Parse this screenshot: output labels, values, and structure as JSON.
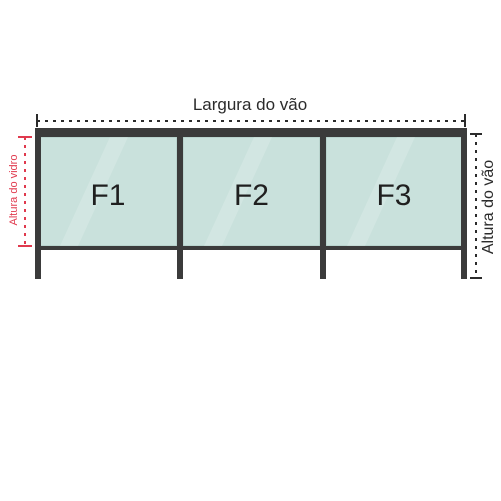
{
  "labels": {
    "width": "Largura do vão",
    "span_height": "Altura do vão",
    "glass_height": "Altura do vidro"
  },
  "panels": [
    {
      "label": "F1"
    },
    {
      "label": "F2"
    },
    {
      "label": "F3"
    }
  ],
  "colors": {
    "frame": "#3b3b3b",
    "glass": "#c9e1dc",
    "glass_height_accent": "#e03a4e",
    "dimension_line": "#2b2b2b"
  }
}
